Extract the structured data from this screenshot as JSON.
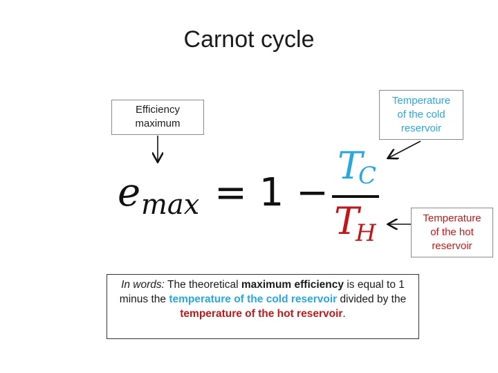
{
  "title": "Carnot cycle",
  "boxes": {
    "efficiency": [
      "Efficiency",
      "maximum"
    ],
    "cold": [
      "Temperature",
      "of the cold",
      "reservoir"
    ],
    "hot": [
      "Temperature",
      "of the hot",
      "reservoir"
    ]
  },
  "equation": {
    "lhs": "e",
    "lhs_sub": "max",
    "rest": "= 1 −",
    "numerator": "T",
    "numerator_sub": "C",
    "denominator": "T",
    "denominator_sub": "H"
  },
  "words": {
    "lead": "In words:",
    "p1": " The theoretical ",
    "b1": "maximum efficiency",
    "p2": " is equal to 1 minus the ",
    "cold": "temperature of the cold reservoir",
    "p3": " divided by the ",
    "hot": "temperature of the hot reservoir",
    "p4": "."
  },
  "colors": {
    "cold": "#2aa6e0",
    "hot": "#c0171b"
  }
}
